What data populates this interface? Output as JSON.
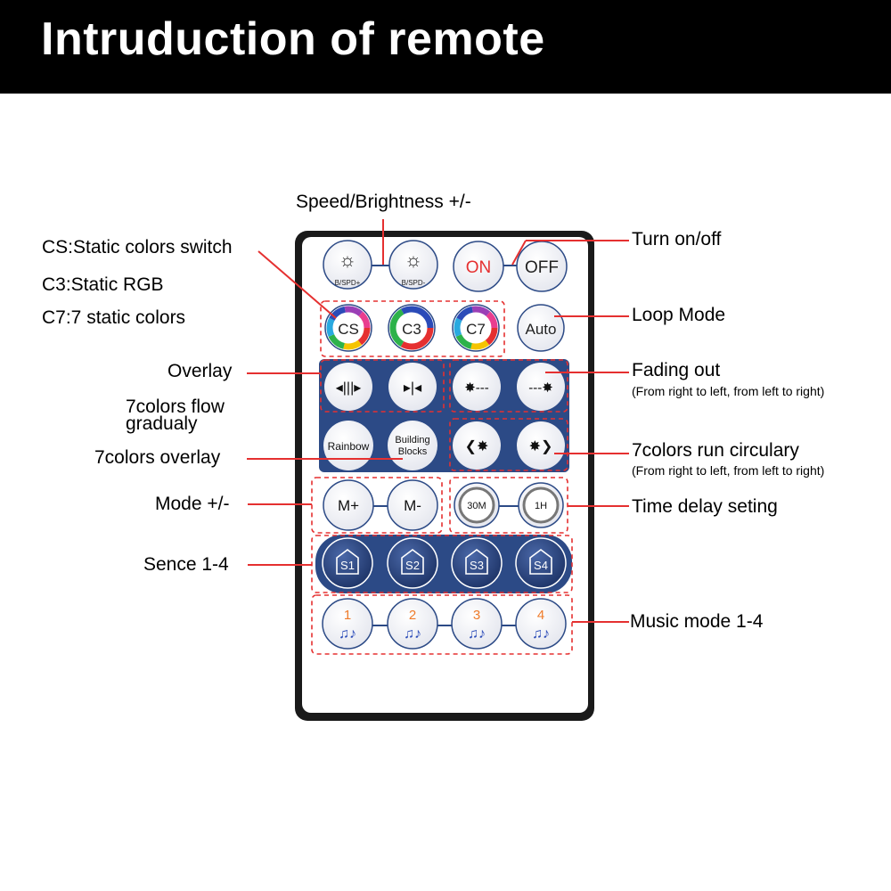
{
  "header": {
    "title": "Intruduction of remote"
  },
  "labels": {
    "speed_brightness": "Speed/Brightness +/-",
    "cs": "CS:Static colors switch",
    "c3": "C3:Static RGB",
    "c7": "C7:7 static colors",
    "overlay": "Overlay",
    "flow_line1": "7colors flow",
    "flow_line2": "gradualy",
    "colors_overlay": "7colors overlay",
    "mode": "Mode +/-",
    "sence": "Sence 1-4",
    "turn_on_off": "Turn on/off",
    "loop_mode": "Loop Mode",
    "fading_out": "Fading out",
    "fading_sub": "(From right to left, from left to right)",
    "run_circ": "7colors run circulary",
    "run_circ_sub": "(From right to left, from left to right)",
    "time_delay": "Time delay seting",
    "music_mode": "Music mode 1-4"
  },
  "buttons": {
    "bspd_plus": "B/SPD+",
    "bspd_minus": "B/SPD-",
    "on": "ON",
    "off": "OFF",
    "cs": "CS",
    "c3": "C3",
    "c7": "C7",
    "auto": "Auto",
    "rainbow": "Rainbow",
    "building1": "Building",
    "building2": "Blocks",
    "mplus": "M+",
    "mminus": "M-",
    "t30m": "30M",
    "t1h": "1H",
    "s1": "S1",
    "s2": "S2",
    "s3": "S3",
    "s4": "S4",
    "music1": "1",
    "music2": "2",
    "music3": "3",
    "music4": "4"
  },
  "colors": {
    "accent_red": "#e53030",
    "remote_blue": "#2c4a86",
    "music_orange": "#ef7b2a"
  }
}
